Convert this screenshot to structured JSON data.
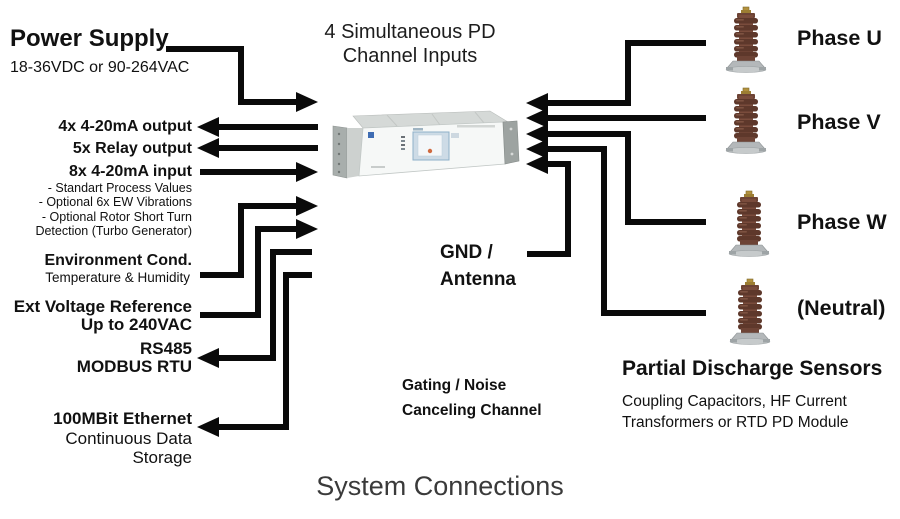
{
  "title": "System Connections",
  "center_caption": {
    "line1": "4 Simultaneous PD",
    "line2": "Channel Inputs"
  },
  "gnd": {
    "line1": "GND /",
    "line2": "Antenna"
  },
  "gating": {
    "line1": "Gating / Noise",
    "line2": "Canceling Channel"
  },
  "left": {
    "power_supply": {
      "title": "Power Supply",
      "subtitle": "18-36VDC or 90-264VAC"
    },
    "analog_output": "4x 4-20mA output",
    "relay_output": "5x Relay output",
    "analog_input": "8x 4-20mA input",
    "analog_input_notes": [
      "- Standart Process Values",
      "- Optional 6x EW Vibrations",
      "- Optional Rotor Short Turn",
      "Detection (Turbo Generator)"
    ],
    "environment": {
      "title": "Environment Cond.",
      "subtitle": "Temperature & Humidity"
    },
    "ext_voltage": {
      "line1": "Ext Voltage Reference",
      "line2": "Up to 240VAC"
    },
    "serial": {
      "line1": "RS485",
      "line2": "MODBUS RTU"
    },
    "ethernet": {
      "line1": "100MBit Ethernet",
      "line2": "Continuous Data",
      "line3": "Storage"
    }
  },
  "sensors": {
    "items": [
      {
        "label": "Phase U"
      },
      {
        "label": "Phase V"
      },
      {
        "label": "Phase W"
      },
      {
        "label": "(Neutral)"
      }
    ],
    "title": "Partial Discharge Sensors",
    "subtitle_line1": "Coupling Capacitors, HF Current",
    "subtitle_line2": "Transformers or RTD PD Module"
  },
  "colors": {
    "wire": "#0a0a0a",
    "insulator_brown": "#7a4c3c",
    "device_panel": "#f6f8f7",
    "title_gray": "#3a3a3a"
  }
}
